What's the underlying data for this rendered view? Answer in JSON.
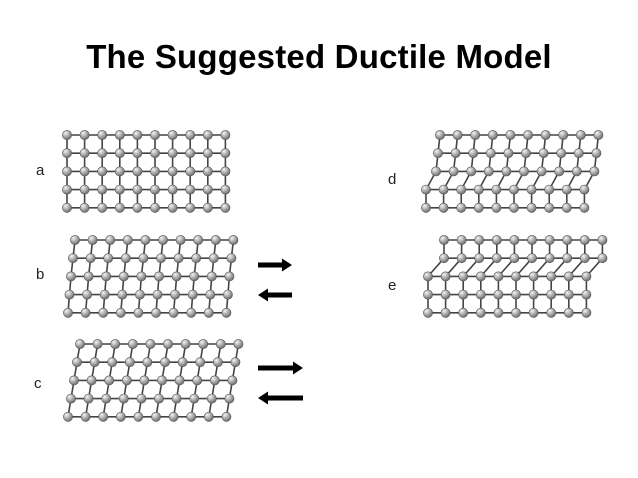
{
  "slide": {
    "title": "The Suggested Ductile Model"
  },
  "panels": [
    {
      "id": "a",
      "label": "a",
      "state": "intact lattice"
    },
    {
      "id": "b",
      "label": "b",
      "state": "sheared, shear arrows"
    },
    {
      "id": "c",
      "label": "c",
      "state": "further sheared, larger shear arrows"
    },
    {
      "id": "d",
      "label": "d",
      "state": "dislocation slip step"
    },
    {
      "id": "e",
      "label": "e",
      "state": "slipped lattice"
    }
  ],
  "colors": {
    "bond": "#444444",
    "atom_light": "#f4f4f4",
    "atom_dark": "#6e6e6e",
    "atom_edge": "#555555",
    "arrow": "#000000"
  }
}
